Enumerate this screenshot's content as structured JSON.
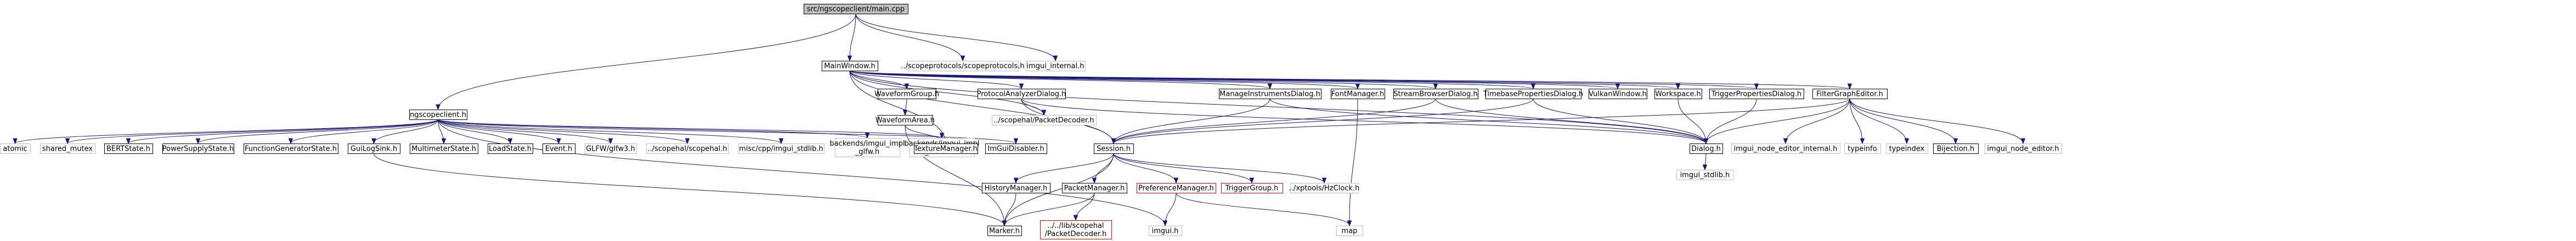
{
  "graph": {
    "title": "src/ngscopeclient/main.cpp",
    "edge_color": "#191970",
    "node_styles": {
      "root": {
        "fill": "#bfbfbf",
        "stroke": "#000000",
        "text": "#000000"
      },
      "normal": {
        "fill": "#ffffff",
        "stroke": "#000000",
        "text": "#000000"
      },
      "external": {
        "fill": "#ffffff",
        "stroke": "#bfbfbf",
        "text": "#000000"
      },
      "missing": {
        "fill": "#ffffff",
        "stroke": "#ff0000",
        "text": "#000000"
      }
    },
    "nodes": [
      {
        "id": "main",
        "lines": [
          "src/ngscopeclient/main.cpp"
        ],
        "style": "root"
      },
      {
        "id": "ngscopeclient",
        "lines": [
          "ngscopeclient.h"
        ],
        "style": "normal"
      },
      {
        "id": "mainwindow",
        "lines": [
          "MainWindow.h"
        ],
        "style": "normal"
      },
      {
        "id": "scopeprotocols",
        "lines": [
          "../scopeprotocols/scopeprotocols.h"
        ],
        "style": "external"
      },
      {
        "id": "imgui_internal",
        "lines": [
          "imgui_internal.h"
        ],
        "style": "external"
      },
      {
        "id": "atomic",
        "lines": [
          "atomic"
        ],
        "style": "external"
      },
      {
        "id": "shared_mutex",
        "lines": [
          "shared_mutex"
        ],
        "style": "external"
      },
      {
        "id": "bertstate",
        "lines": [
          "BERTState.h"
        ],
        "style": "normal"
      },
      {
        "id": "psustate",
        "lines": [
          "PowerSupplyState.h"
        ],
        "style": "normal"
      },
      {
        "id": "fgstate",
        "lines": [
          "FunctionGeneratorState.h"
        ],
        "style": "normal"
      },
      {
        "id": "guilogsink",
        "lines": [
          "GuiLogSink.h"
        ],
        "style": "normal"
      },
      {
        "id": "mmstate",
        "lines": [
          "MultimeterState.h"
        ],
        "style": "normal"
      },
      {
        "id": "loadstate",
        "lines": [
          "LoadState.h"
        ],
        "style": "normal"
      },
      {
        "id": "event",
        "lines": [
          "Event.h"
        ],
        "style": "normal"
      },
      {
        "id": "glfw",
        "lines": [
          "GLFW/glfw3.h"
        ],
        "style": "external"
      },
      {
        "id": "scopehal",
        "lines": [
          "../scopehal/scopehal.h"
        ],
        "style": "external"
      },
      {
        "id": "imgui_stdlib_misc",
        "lines": [
          "misc/cpp/imgui_stdlib.h"
        ],
        "style": "external"
      },
      {
        "id": "imgui_glfw",
        "lines": [
          "backends/imgui_impl",
          "_glfw.h"
        ],
        "style": "external"
      },
      {
        "id": "imgui_vulkan",
        "lines": [
          "backends/imgui_impl",
          "_vulkan.h"
        ],
        "style": "external"
      },
      {
        "id": "imguidisabler",
        "lines": [
          "ImGuiDisabler.h"
        ],
        "style": "normal"
      },
      {
        "id": "waveformgroup",
        "lines": [
          "WaveformGroup.h"
        ],
        "style": "normal"
      },
      {
        "id": "waveformarea",
        "lines": [
          "WaveformArea.h"
        ],
        "style": "normal"
      },
      {
        "id": "protocolanalyzer",
        "lines": [
          "ProtocolAnalyzerDialog.h"
        ],
        "style": "normal"
      },
      {
        "id": "packetdecoder_ext",
        "lines": [
          "../scopehal/PacketDecoder.h"
        ],
        "style": "external"
      },
      {
        "id": "manageinstruments",
        "lines": [
          "ManageInstrumentsDialog.h"
        ],
        "style": "normal"
      },
      {
        "id": "fontmanager",
        "lines": [
          "FontManager.h"
        ],
        "style": "normal"
      },
      {
        "id": "streambrowser",
        "lines": [
          "StreamBrowserDialog.h"
        ],
        "style": "normal"
      },
      {
        "id": "timebaseprops",
        "lines": [
          "TimebasePropertiesDialog.h"
        ],
        "style": "normal"
      },
      {
        "id": "vulkanwindow",
        "lines": [
          "VulkanWindow.h"
        ],
        "style": "normal"
      },
      {
        "id": "workspace",
        "lines": [
          "Workspace.h"
        ],
        "style": "normal"
      },
      {
        "id": "triggerprops",
        "lines": [
          "TriggerPropertiesDialog.h"
        ],
        "style": "normal"
      },
      {
        "id": "filtergrapheditor",
        "lines": [
          "FilterGraphEditor.h"
        ],
        "style": "normal"
      },
      {
        "id": "texturemanager",
        "lines": [
          "TextureManager.h"
        ],
        "style": "normal"
      },
      {
        "id": "session",
        "lines": [
          "Session.h"
        ],
        "style": "normal"
      },
      {
        "id": "dialog",
        "lines": [
          "Dialog.h"
        ],
        "style": "normal"
      },
      {
        "id": "imgui_stdlib",
        "lines": [
          "imgui_stdlib.h"
        ],
        "style": "external"
      },
      {
        "id": "imgui_node_editor_internal",
        "lines": [
          "imgui_node_editor_internal.h"
        ],
        "style": "external"
      },
      {
        "id": "typeinfo",
        "lines": [
          "typeinfo"
        ],
        "style": "external"
      },
      {
        "id": "typeindex",
        "lines": [
          "typeindex"
        ],
        "style": "external"
      },
      {
        "id": "bijection",
        "lines": [
          "Bijection.h"
        ],
        "style": "normal"
      },
      {
        "id": "imgui_node_editor",
        "lines": [
          "imgui_node_editor.h"
        ],
        "style": "external"
      },
      {
        "id": "historymanager",
        "lines": [
          "HistoryManager.h"
        ],
        "style": "normal"
      },
      {
        "id": "packetmanager",
        "lines": [
          "PacketManager.h"
        ],
        "style": "normal"
      },
      {
        "id": "preferencemanager",
        "lines": [
          "PreferenceManager.h"
        ],
        "style": "missing"
      },
      {
        "id": "triggergroup",
        "lines": [
          "TriggerGroup.h"
        ],
        "style": "missing"
      },
      {
        "id": "hzclock",
        "lines": [
          "../xptools/HzClock.h"
        ],
        "style": "external"
      },
      {
        "id": "marker",
        "lines": [
          "Marker.h"
        ],
        "style": "normal"
      },
      {
        "id": "packetdecoder_lib",
        "lines": [
          "../../lib/scopehal",
          "/PacketDecoder.h"
        ],
        "style": "missing"
      },
      {
        "id": "imgui",
        "lines": [
          "imgui.h"
        ],
        "style": "external"
      },
      {
        "id": "map",
        "lines": [
          "map"
        ],
        "style": "external"
      }
    ],
    "edges": [
      [
        "main",
        "ngscopeclient"
      ],
      [
        "main",
        "mainwindow"
      ],
      [
        "main",
        "scopeprotocols"
      ],
      [
        "main",
        "imgui_internal"
      ],
      [
        "ngscopeclient",
        "atomic"
      ],
      [
        "ngscopeclient",
        "shared_mutex"
      ],
      [
        "ngscopeclient",
        "bertstate"
      ],
      [
        "ngscopeclient",
        "psustate"
      ],
      [
        "ngscopeclient",
        "fgstate"
      ],
      [
        "ngscopeclient",
        "guilogsink"
      ],
      [
        "ngscopeclient",
        "mmstate"
      ],
      [
        "ngscopeclient",
        "loadstate"
      ],
      [
        "ngscopeclient",
        "event"
      ],
      [
        "ngscopeclient",
        "glfw"
      ],
      [
        "ngscopeclient",
        "scopehal"
      ],
      [
        "ngscopeclient",
        "imgui_stdlib_misc"
      ],
      [
        "ngscopeclient",
        "imgui_glfw"
      ],
      [
        "ngscopeclient",
        "imgui_vulkan"
      ],
      [
        "ngscopeclient",
        "imguidisabler"
      ],
      [
        "ngscopeclient",
        "imgui"
      ],
      [
        "guilogsink",
        "marker"
      ],
      [
        "mainwindow",
        "waveformgroup"
      ],
      [
        "mainwindow",
        "protocolanalyzer"
      ],
      [
        "mainwindow",
        "manageinstruments"
      ],
      [
        "mainwindow",
        "fontmanager"
      ],
      [
        "mainwindow",
        "streambrowser"
      ],
      [
        "mainwindow",
        "timebaseprops"
      ],
      [
        "mainwindow",
        "vulkanwindow"
      ],
      [
        "mainwindow",
        "workspace"
      ],
      [
        "mainwindow",
        "triggerprops"
      ],
      [
        "mainwindow",
        "filtergrapheditor"
      ],
      [
        "mainwindow",
        "texturemanager"
      ],
      [
        "mainwindow",
        "session"
      ],
      [
        "mainwindow",
        "dialog"
      ],
      [
        "mainwindow",
        "packetdecoder_ext"
      ],
      [
        "waveformgroup",
        "waveformarea"
      ],
      [
        "waveformarea",
        "texturemanager"
      ],
      [
        "waveformarea",
        "marker"
      ],
      [
        "protocolanalyzer",
        "packetdecoder_ext"
      ],
      [
        "protocolanalyzer",
        "dialog"
      ],
      [
        "protocolanalyzer",
        "session"
      ],
      [
        "manageinstruments",
        "session"
      ],
      [
        "manageinstruments",
        "dialog"
      ],
      [
        "fontmanager",
        "map"
      ],
      [
        "streambrowser",
        "session"
      ],
      [
        "streambrowser",
        "dialog"
      ],
      [
        "timebaseprops",
        "session"
      ],
      [
        "timebaseprops",
        "dialog"
      ],
      [
        "workspace",
        "dialog"
      ],
      [
        "triggerprops",
        "dialog"
      ],
      [
        "filtergrapheditor",
        "dialog"
      ],
      [
        "filtergrapheditor",
        "imgui_node_editor_internal"
      ],
      [
        "filtergrapheditor",
        "typeinfo"
      ],
      [
        "filtergrapheditor",
        "typeindex"
      ],
      [
        "filtergrapheditor",
        "bijection"
      ],
      [
        "filtergrapheditor",
        "imgui_node_editor"
      ],
      [
        "filtergrapheditor",
        "session"
      ],
      [
        "dialog",
        "imgui_stdlib"
      ],
      [
        "session",
        "historymanager"
      ],
      [
        "session",
        "packetmanager"
      ],
      [
        "session",
        "preferencemanager"
      ],
      [
        "session",
        "triggergroup"
      ],
      [
        "session",
        "hzclock"
      ],
      [
        "session",
        "marker"
      ],
      [
        "historymanager",
        "marker"
      ],
      [
        "packetmanager",
        "marker"
      ],
      [
        "packetmanager",
        "packetdecoder_lib"
      ],
      [
        "preferencemanager",
        "imgui"
      ],
      [
        "preferencemanager",
        "map"
      ]
    ]
  }
}
